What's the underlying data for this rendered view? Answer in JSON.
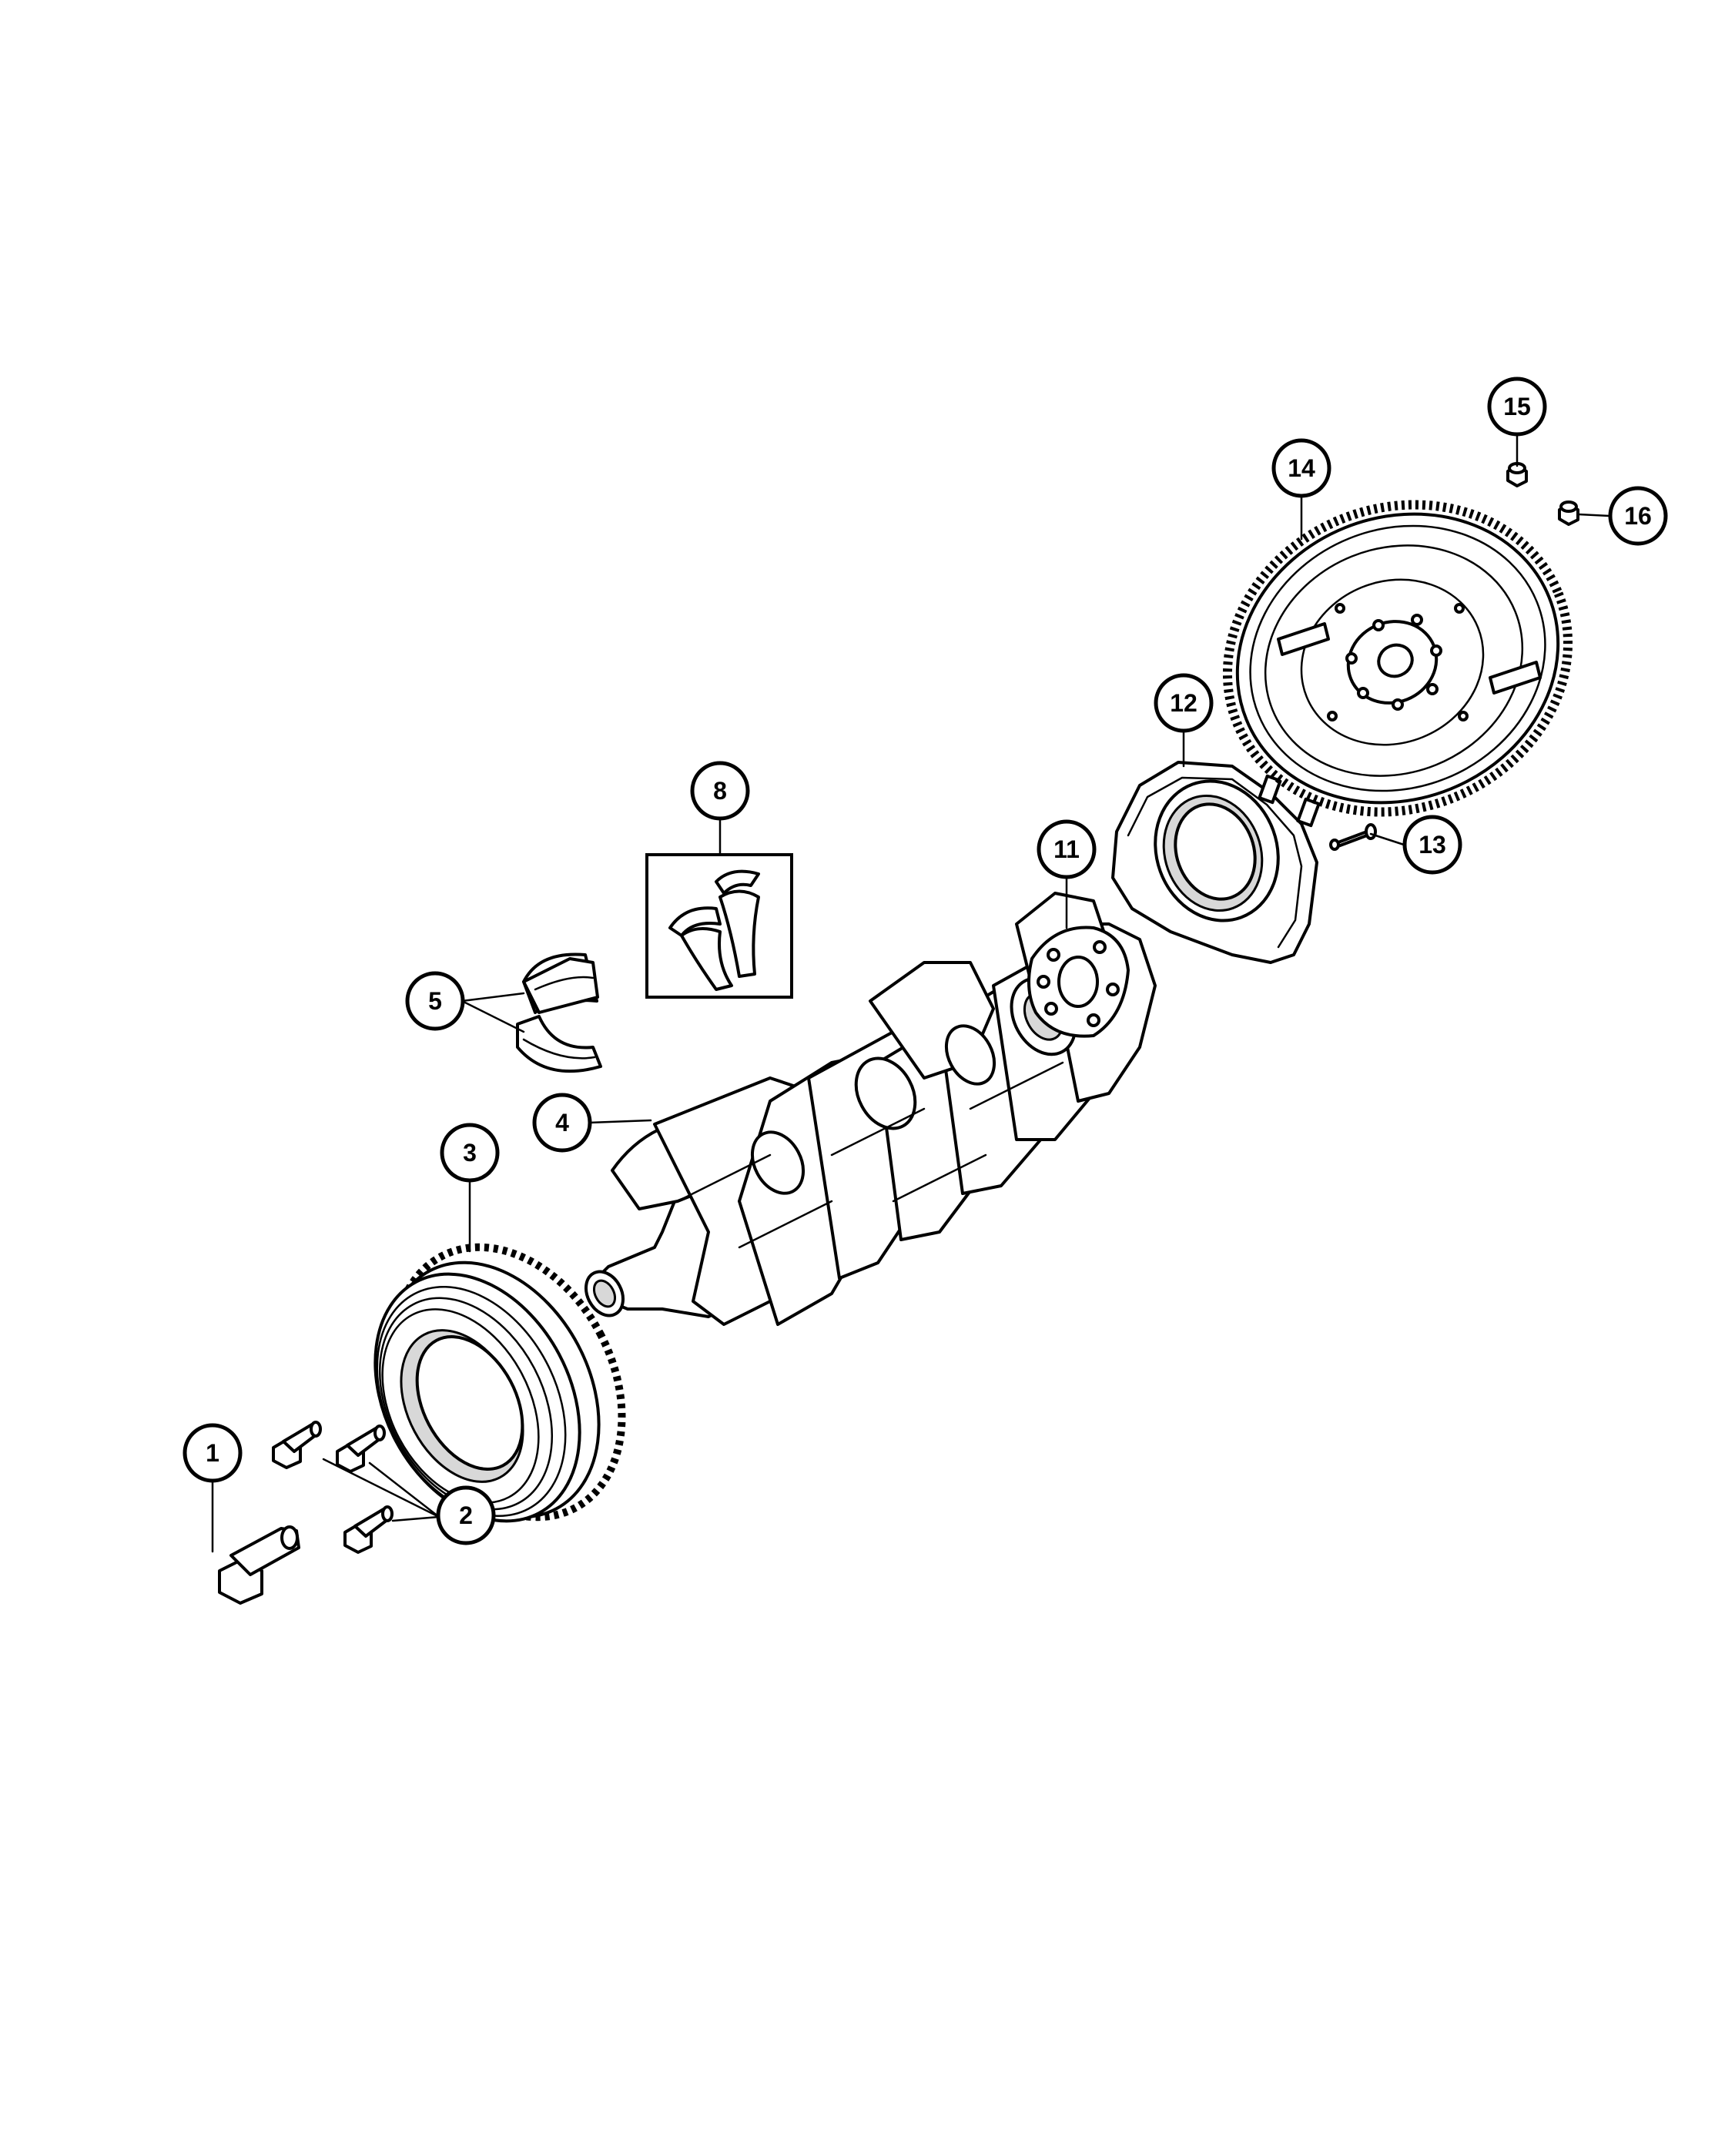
{
  "callouts": [
    {
      "id": "c1",
      "label": "1"
    },
    {
      "id": "c2",
      "label": "2"
    },
    {
      "id": "c3",
      "label": "3"
    },
    {
      "id": "c4",
      "label": "4"
    },
    {
      "id": "c5",
      "label": "5"
    },
    {
      "id": "c8",
      "label": "8"
    },
    {
      "id": "c11",
      "label": "11"
    },
    {
      "id": "c12",
      "label": "12"
    },
    {
      "id": "c13",
      "label": "13"
    },
    {
      "id": "c14",
      "label": "14"
    },
    {
      "id": "c15",
      "label": "15"
    },
    {
      "id": "c16",
      "label": "16"
    }
  ]
}
